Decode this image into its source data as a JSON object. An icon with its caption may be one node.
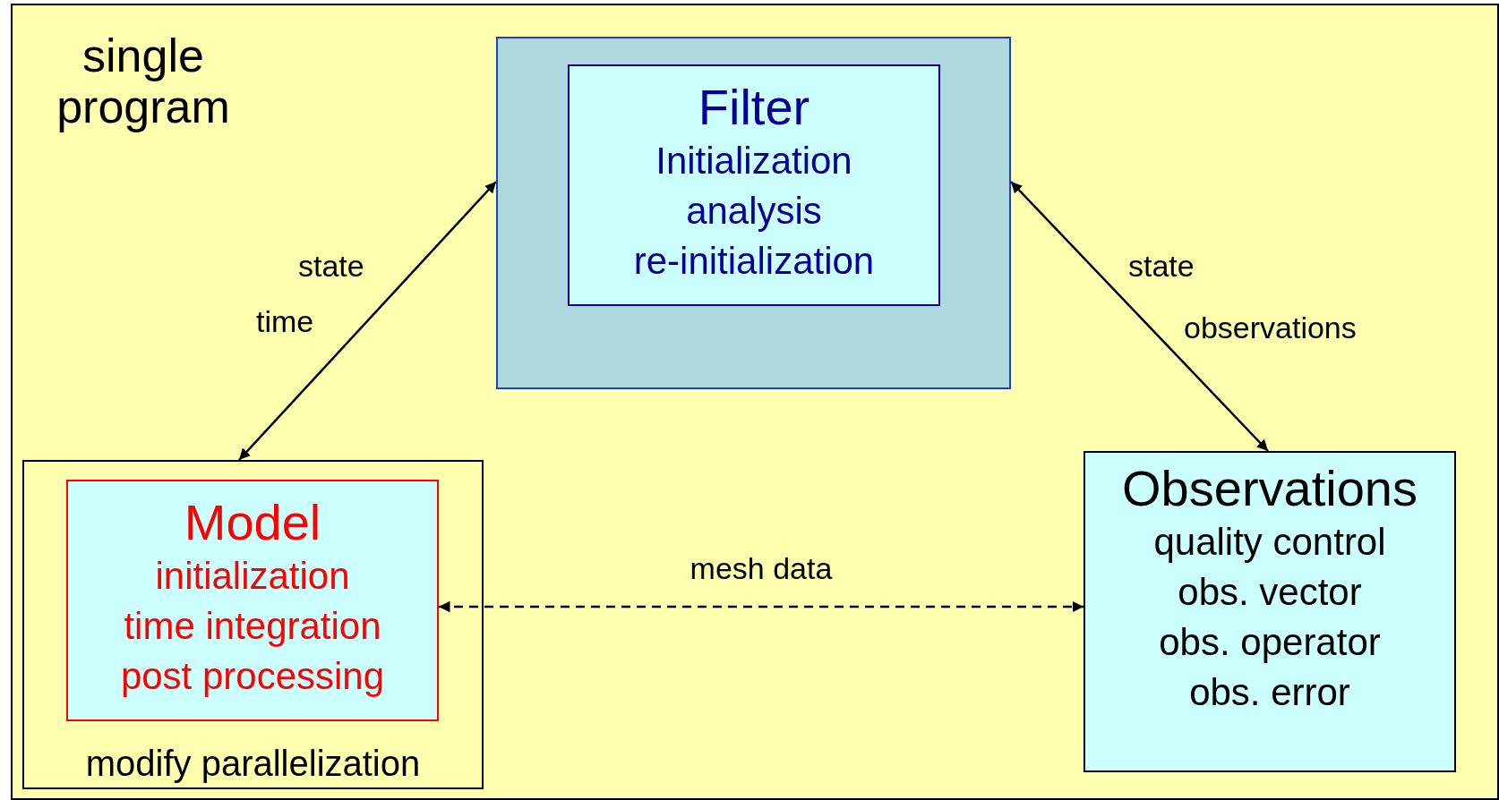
{
  "diagram": {
    "nodes": [
      {
        "text": [
          "single program"
        ]
      },
      {
        "text": [],
        "shape": "box",
        "in": 0
      },
      {
        "text": [
          "Filter",
          "Initialization",
          "analysis",
          "re-initialization"
        ],
        "in": 1
      },
      {
        "text": [
          "modify parallelization"
        ],
        "in": 0
      },
      {
        "text": [
          "Model",
          "initialization",
          "time integration",
          "post processing"
        ],
        "in": 3
      },
      {
        "text": [
          "Observations",
          "quality control",
          "obs. vector",
          "obs. operator",
          "obs. error"
        ],
        "in": 0
      }
    ],
    "edges": [
      {
        "from": 3,
        "to": 1,
        "arrow": "both"
      },
      {
        "from": 1,
        "to": 5,
        "arrow": "both"
      },
      {
        "from": 4,
        "to": 5,
        "arrow": "both",
        "style": "dashed",
        "label": "mesh data"
      }
    ],
    "labels": [
      "state",
      "time",
      "state",
      "observations"
    ]
  }
}
